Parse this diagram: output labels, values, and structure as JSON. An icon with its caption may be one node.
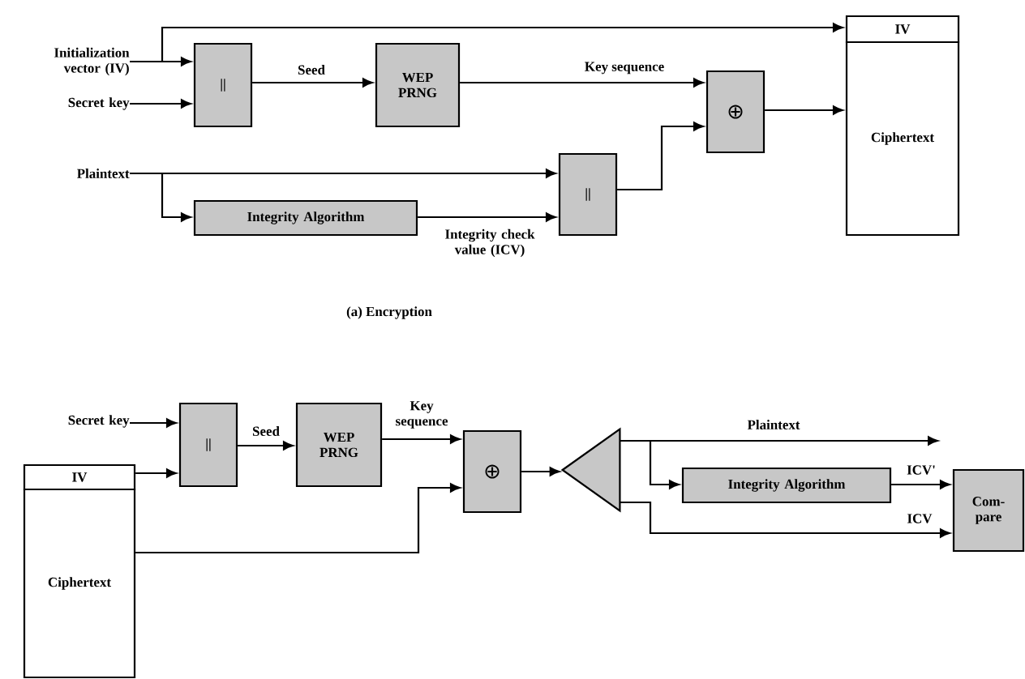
{
  "diagram": {
    "nodes": [
      {
        "text": [
          "Initialization vector (IV)"
        ]
      },
      {
        "text": [
          "Secret key"
        ]
      },
      {
        "text": [
          "||"
        ]
      },
      {
        "text": [
          "WEP PRNG"
        ]
      },
      {
        "text": [
          "⊕"
        ]
      },
      {
        "text": [
          "IV"
        ]
      },
      {
        "text": [
          "Ciphertext"
        ]
      },
      {
        "text": [
          "Plaintext"
        ]
      },
      {
        "text": [
          "Integrity Algorithm"
        ]
      },
      {
        "text": [
          "||"
        ]
      },
      {
        "text": [
          "Secret key"
        ]
      },
      {
        "text": [
          "IV"
        ]
      },
      {
        "text": [
          "Ciphertext"
        ]
      },
      {
        "text": [
          "||"
        ]
      },
      {
        "text": [
          "WEP PRNG"
        ]
      },
      {
        "text": [
          "⊕"
        ]
      },
      {
        "text": [],
        "shape": "triangle"
      },
      {
        "text": [
          "Integrity Algorithm"
        ]
      },
      {
        "text": [
          "Com- pare"
        ]
      }
    ],
    "edges": [
      {
        "from": 0,
        "to": 2,
        "arrow": "to"
      },
      {
        "from": 0,
        "to": 5,
        "arrow": "to"
      },
      {
        "from": 1,
        "to": 2,
        "arrow": "to"
      },
      {
        "from": 2,
        "to": 3,
        "arrow": "to",
        "label": "Seed"
      },
      {
        "from": 3,
        "to": 4,
        "arrow": "to",
        "label": "Key sequence"
      },
      {
        "from": 7,
        "to": 9,
        "arrow": "to"
      },
      {
        "from": 7,
        "to": 8,
        "arrow": "to"
      },
      {
        "from": 8,
        "to": 9,
        "arrow": "to",
        "label": "Integrity check value (ICV)"
      },
      {
        "from": 9,
        "to": 4,
        "arrow": "to"
      },
      {
        "from": 4,
        "to": 6,
        "arrow": "to"
      },
      {
        "from": 10,
        "to": 13,
        "arrow": "to"
      },
      {
        "from": 11,
        "to": 13,
        "arrow": "to"
      },
      {
        "from": 13,
        "to": 14,
        "arrow": "to",
        "label": "Seed"
      },
      {
        "from": 14,
        "to": 15,
        "arrow": "to",
        "label": "Key sequence"
      },
      {
        "from": 12,
        "to": 15,
        "arrow": "to"
      },
      {
        "from": 15,
        "to": 16,
        "arrow": "to"
      },
      {
        "from": 16,
        "to": null,
        "arrow": "to",
        "label": "Plaintext"
      },
      {
        "from": 16,
        "to": 17,
        "arrow": "to"
      },
      {
        "from": 17,
        "to": 18,
        "arrow": "to",
        "label": "ICV'"
      },
      {
        "from": 16,
        "to": 18,
        "arrow": "to",
        "label": "ICV"
      }
    ],
    "labels": [
      "(a) Encryption"
    ]
  }
}
